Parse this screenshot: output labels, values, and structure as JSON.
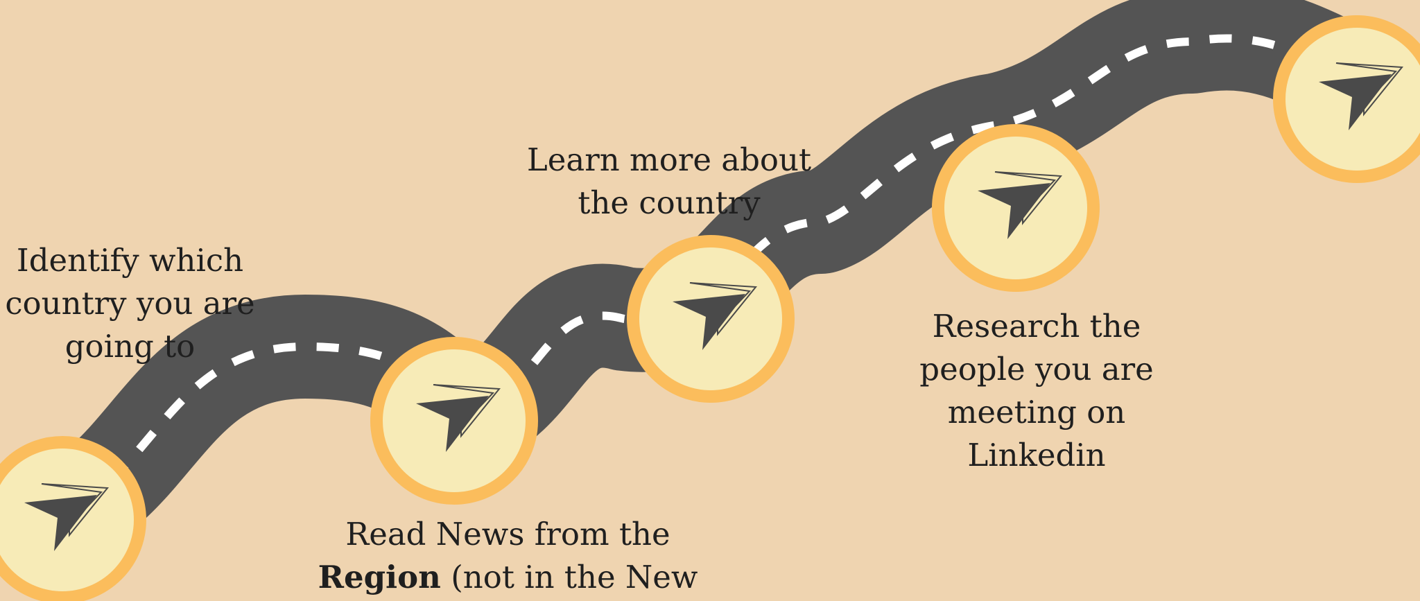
{
  "colors": {
    "background": "#efd4b0",
    "road": "#545454",
    "dash": "#ffffff",
    "milestone_ring": "#fbbd5c",
    "milestone_fill": "#f7ebb7",
    "icon": "#4a4a4a"
  },
  "milestones": [
    {
      "icon": "navigation-arrow-icon"
    },
    {
      "icon": "navigation-arrow-icon"
    },
    {
      "icon": "navigation-arrow-icon"
    },
    {
      "icon": "navigation-arrow-icon"
    },
    {
      "icon": "navigation-arrow-icon"
    }
  ],
  "steps": {
    "identify": {
      "line1": "Identify which",
      "line2": "country you are",
      "line3": "going to"
    },
    "read_news": {
      "line1": "Read News from the",
      "line2_bold": "Region",
      "line2_rest": " (not in the New"
    },
    "learn_country": {
      "line1": "Learn more about",
      "line2": "the country"
    },
    "research_people": {
      "line1": "Research the",
      "line2": "people you are",
      "line3": "meeting on",
      "line4": "Linkedin"
    }
  }
}
